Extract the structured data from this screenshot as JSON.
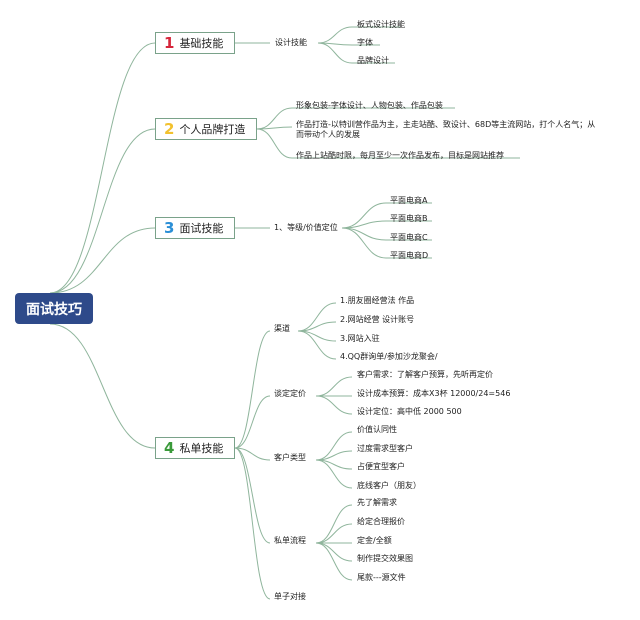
{
  "root": "面试技巧",
  "colors": {
    "line": "#8fb59c",
    "root_bg": "#2e4a8a",
    "n1": "#d6263b",
    "n2": "#f2c12e",
    "n3": "#2b8fd6",
    "n4": "#3a9a3a"
  },
  "branches": [
    {
      "num": "1",
      "label": "基础技能",
      "sub": "设计技能",
      "leaves": [
        "板式设计技能",
        "字体",
        "品牌设计"
      ]
    },
    {
      "num": "2",
      "label": "个人品牌打造",
      "leaves": [
        "形象包装-字体设计、人物包装、作品包装",
        "作品打造-以特训营作品为主，主走站酷、致设计、68D等主流网站，打个人名气；从而带动个人的发展",
        "作品上站酷时限，每月至少一次作品发布，目标是网站推荐"
      ]
    },
    {
      "num": "3",
      "label": "面试技能",
      "sub": "1、等级/价值定位",
      "leaves": [
        "平面电商A",
        "平面电商B",
        "平面电商C",
        "平面电商D"
      ]
    },
    {
      "num": "4",
      "label": "私单技能",
      "groups": [
        {
          "label": "渠道",
          "leaves": [
            "1.朋友圈经营法 作品",
            "2.网站经营 设计账号",
            "3.网站入驻",
            "4.QQ群询单/参加沙龙聚会/"
          ]
        },
        {
          "label": "谈定定价",
          "leaves": [
            "客户需求：了解客户预算，先听再定价",
            "设计成本预算：成本X3杯 12000/24=546",
            "设计定位：高中低 2000 500"
          ]
        },
        {
          "label": "客户类型",
          "leaves": [
            "价值认同性",
            "过度需求型客户",
            "占便宜型客户",
            "底线客户（朋友）"
          ]
        },
        {
          "label": "私单流程",
          "leaves": [
            "先了解需求",
            "给定合理报价",
            "定金/全额",
            "制作提交效果图",
            "尾款---源文件"
          ]
        },
        {
          "label": "单子对接",
          "leaves": []
        }
      ]
    }
  ]
}
